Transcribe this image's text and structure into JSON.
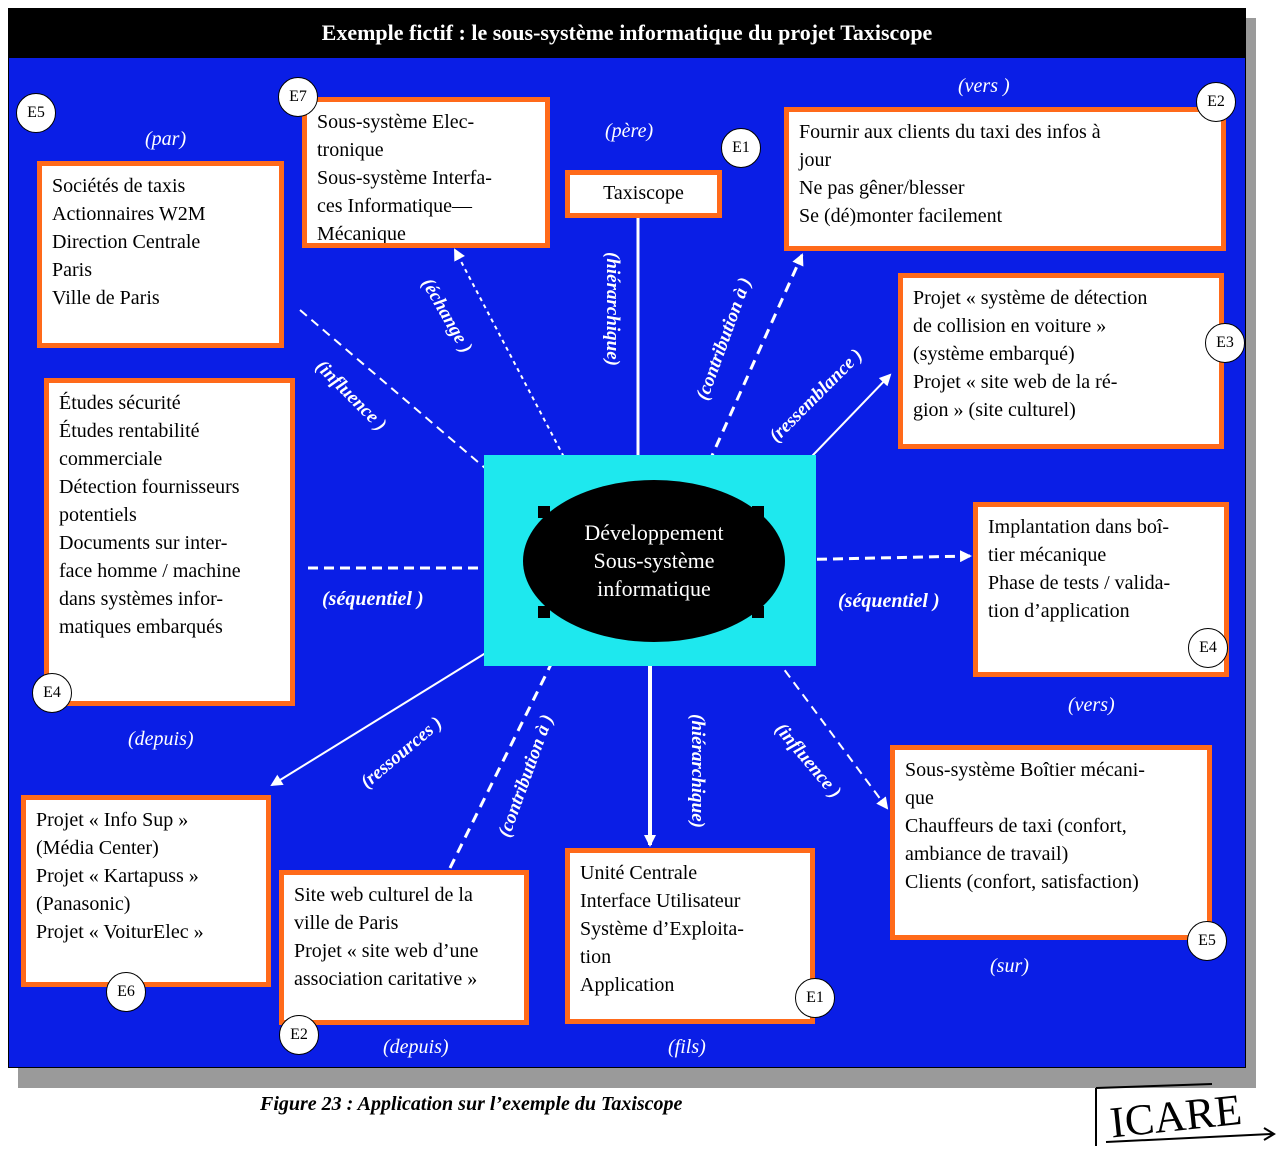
{
  "title": "Exemple fictif : le sous-système informatique du projet Taxiscope",
  "center": {
    "line1": "Développement",
    "line2": "Sous-système",
    "line3": "informatique"
  },
  "boxes": {
    "soci": [
      "Sociétés de taxis",
      "Actionnaires W2M",
      "Direction Centrale",
      "Paris",
      "Ville de Paris"
    ],
    "elec": [
      "Sous-système Elec-",
      "tronique",
      "Sous-système Interfa-",
      "ces Informatique—",
      "Mécanique"
    ],
    "taxi": [
      "Taxiscope"
    ],
    "fournir": [
      "Fournir aux clients du taxi des infos à",
      "jour",
      "Ne pas gêner/blesser",
      "Se (dé)monter facilement"
    ],
    "projet_det": [
      "Projet « système de détection",
      "de collision en voiture »",
      " (système embarqué)",
      "Projet « site web de la ré-",
      "gion » (site culturel)"
    ],
    "etudes": [
      "Études sécurité",
      "Études rentabilité",
      "commerciale",
      "Détection fournisseurs",
      "potentiels",
      "Documents sur inter-",
      "face homme / machine",
      "dans systèmes infor-",
      "matiques embarqués"
    ],
    "implant": [
      "Implantation dans boî-",
      "tier mécanique",
      "Phase de tests / valida-",
      "tion d’application"
    ],
    "infosup": [
      "Projet « Info Sup »",
      "(Média Center)",
      "Projet « Kartapuss »",
      "(Panasonic)",
      "Projet « VoiturElec »"
    ],
    "siteweb": [
      "Site web culturel de la",
      "ville de Paris",
      "Projet « site web d’une",
      "association caritative »"
    ],
    "unite": [
      "Unité Centrale",
      "Interface Utilisateur",
      "Système d’Exploita-",
      "tion",
      "Application"
    ],
    "boitier": [
      "Sous-système Boîtier mécani-",
      "que",
      "Chauffeurs de taxi (confort,",
      "ambiance de travail)",
      "Clients (confort, satisfaction)"
    ]
  },
  "badges": {
    "e5a": "E5",
    "e7": "E7",
    "e1a": "E1",
    "e2a": "E2",
    "e3": "E3",
    "e4a": "E4",
    "e4b": "E4",
    "e6": "E6",
    "e2b": "E2",
    "e1b": "E1",
    "e5b": "E5"
  },
  "relations": {
    "par": "(par)",
    "pere": "(père)",
    "vers1": "(vers )",
    "echange": "(échange )",
    "hier1": "(hiérarchique)",
    "contrib1": "(contribution à )",
    "influence1": "(influence )",
    "ressemblance": "(ressemblance )",
    "seq1": "(séquentiel )",
    "seq2": "(séquentiel )",
    "depuis1": "(depuis)",
    "vers2": "(vers)",
    "ressources": "(ressources )",
    "contrib2": "(contribution à )",
    "hier2": "(hiérarchique)",
    "influence2": "(influence )",
    "sur": "(sur)",
    "depuis2": "(depuis)",
    "fils": "(fils)"
  },
  "caption": "Figure 23 : Application sur l’exemple du Taxiscope",
  "logo": "ICARE",
  "colors": {
    "background": "#0a1ee6",
    "box_border": "#ff6a1a",
    "center_rect": "#1ee8ee",
    "title_bar": "#000000"
  }
}
